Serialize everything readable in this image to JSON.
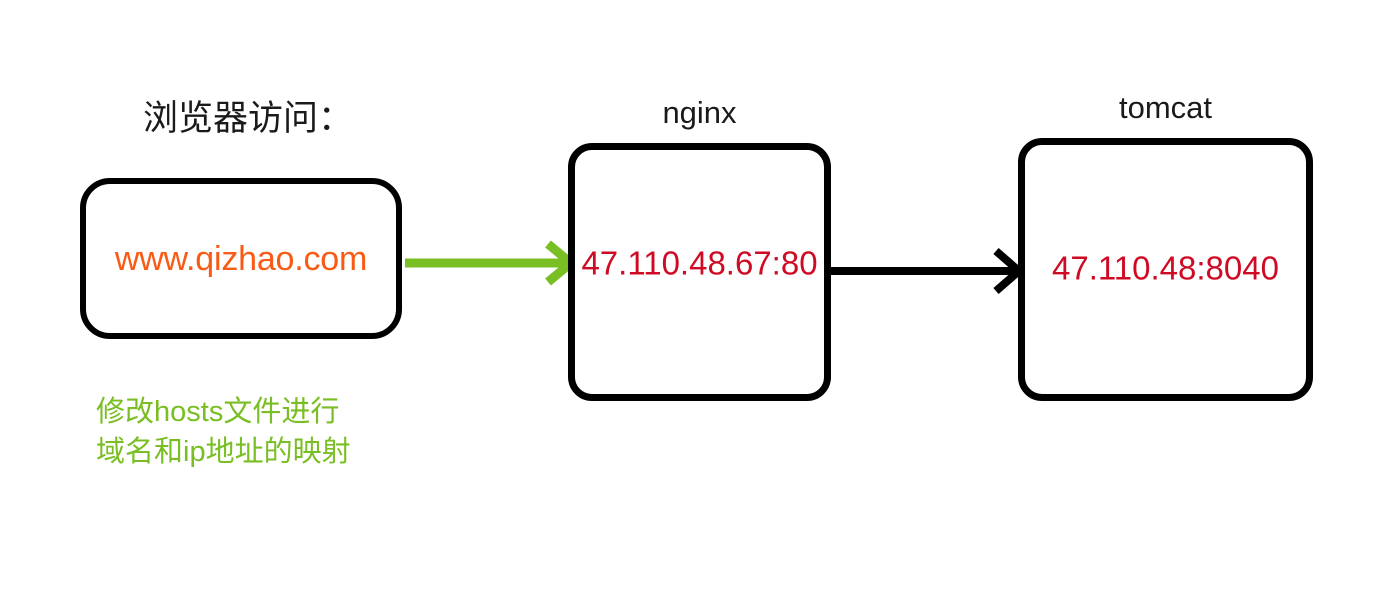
{
  "diagram": {
    "title_note": "浏览器访问：",
    "background_color": "#ffffff",
    "colors": {
      "orange": "#f95a16",
      "red": "#ce0a24",
      "green": "#79be22",
      "black": "#000000"
    },
    "nodes": [
      {
        "id": "browser",
        "caption": "",
        "value": "www.qizhao.com",
        "value_color": "#f95a16"
      },
      {
        "id": "nginx",
        "caption": "nginx",
        "value": "47.110.48.67:80",
        "value_color": "#ce0a24"
      },
      {
        "id": "tomcat",
        "caption": "tomcat",
        "value": "47.110.48:8040",
        "value_color": "#ce0a24"
      }
    ],
    "annotations": {
      "hosts_note_line1": "修改hosts文件进行",
      "hosts_note_line2": "域名和ip地址的映射"
    },
    "connectors": [
      {
        "id": "browser-to-nginx",
        "color": "#79be22",
        "style": "arrow"
      },
      {
        "id": "nginx-to-tomcat",
        "color": "#000000",
        "style": "arrow"
      }
    ]
  }
}
